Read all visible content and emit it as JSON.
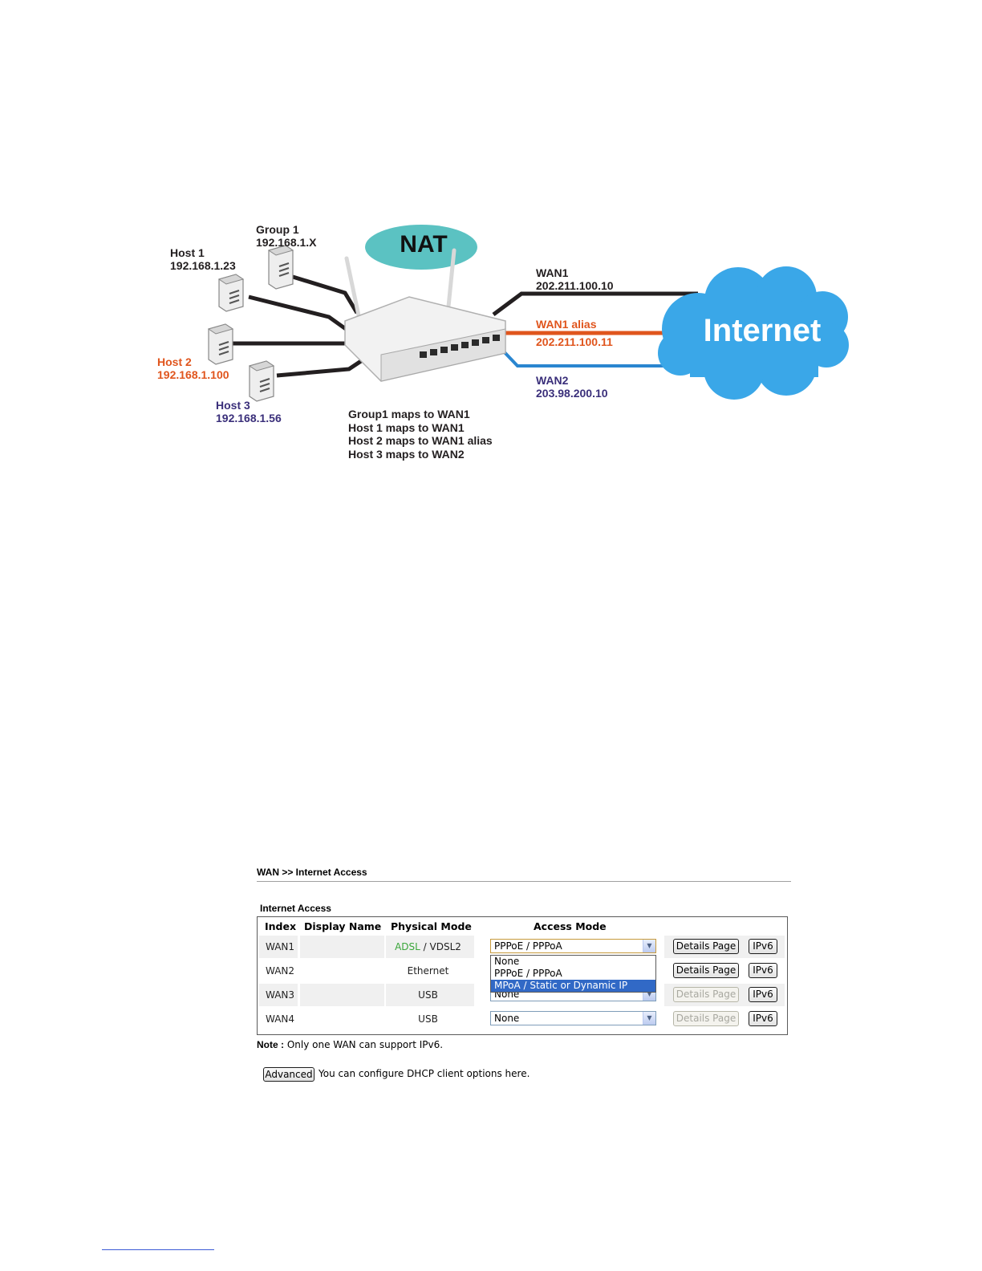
{
  "diagram": {
    "nat_label": "NAT",
    "internet_label": "Internet",
    "group1": {
      "name": "Group 1",
      "ip": "192.168.1.X"
    },
    "host1": {
      "name": "Host 1",
      "ip": "192.168.1.23"
    },
    "host2": {
      "name": "Host 2",
      "ip": "192.168.1.100"
    },
    "host3": {
      "name": "Host 3",
      "ip": "192.168.1.56"
    },
    "wan1": {
      "name": "WAN1",
      "ip": "202.211.100.10"
    },
    "wan1_alias": {
      "name": "WAN1 alias",
      "ip": "202.211.100.11"
    },
    "wan2": {
      "name": "WAN2",
      "ip": "203.98.200.10"
    },
    "mappings": [
      "Group1 maps to WAN1",
      "Host 1 maps to WAN1",
      "Host 2 maps to WAN1 alias",
      "Host 3 maps to WAN2"
    ],
    "colors": {
      "dark": "#231f20",
      "orange": "#e0551d",
      "blue": "#2a86d0",
      "purple": "#3a2f7a",
      "nat": "#5bc2c2",
      "cloud": "#3aa7e8"
    }
  },
  "ui": {
    "breadcrumb": "WAN >> Internet Access",
    "section_title": "Internet Access",
    "headers": {
      "index": "Index",
      "display_name": "Display Name",
      "physical_mode": "Physical Mode",
      "access_mode": "Access Mode"
    },
    "rows": [
      {
        "index": "WAN1",
        "display_name": "",
        "phys_a": "ADSL",
        "phys_sep": " / ",
        "phys_b": "VDSL2",
        "access_mode": "PPPoE / PPPoA",
        "details": "Details Page",
        "ipv6": "IPv6",
        "details_enabled": true
      },
      {
        "index": "WAN2",
        "display_name": "",
        "physical": "Ethernet",
        "access_mode": "",
        "details": "Details Page",
        "ipv6": "IPv6",
        "details_enabled": true
      },
      {
        "index": "WAN3",
        "display_name": "",
        "physical": "USB",
        "access_mode": "None",
        "details": "Details Page",
        "ipv6": "IPv6",
        "details_enabled": false
      },
      {
        "index": "WAN4",
        "display_name": "",
        "physical": "USB",
        "access_mode": "None",
        "details": "Details Page",
        "ipv6": "IPv6",
        "details_enabled": false
      }
    ],
    "dropdown_options": [
      "None",
      "PPPoE / PPPoA",
      "MPoA / Static or Dynamic IP"
    ],
    "dropdown_highlighted": "MPoA / Static or Dynamic IP",
    "note_label": "Note :",
    "note_text": " Only one WAN can support IPv6.",
    "advanced_button": "Advanced",
    "advanced_text": "You can configure DHCP client options here."
  }
}
